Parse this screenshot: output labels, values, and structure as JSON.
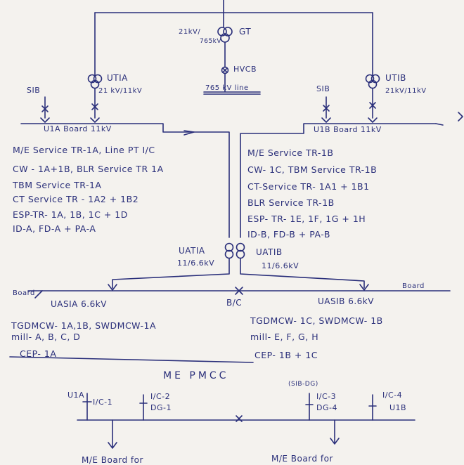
{
  "top": {
    "gt_ratio": "21kV/",
    "gt_ratio2": "765kV",
    "gt_name": "GT",
    "hvcb": "HVCB",
    "line": "765 kV line"
  },
  "utia": {
    "name": "UTIA",
    "ratio": "21 kV/11kV"
  },
  "utib": {
    "name": "UTIB",
    "ratio": "21kV/11kV"
  },
  "sib_left": "SIB",
  "sib_right": "SIB",
  "board_u1a": "U1A Board 11kV",
  "board_u1b": "U1B Board 11kV",
  "left_list": [
    "M/E Service TR-1A, Line PT I/C",
    "CW - 1A+1B, BLR Service TR 1A",
    "TBM Service TR-1A",
    "CT Service TR - 1A2 + 1B2",
    "ESP-TR- 1A, 1B, 1C + 1D",
    "ID-A, FD-A + PA-A"
  ],
  "right_list": [
    "M/E Service TR-1B",
    "CW- 1C, TBM Service TR-1B",
    "CT-Service TR- 1A1 + 1B1",
    "BLR Service TR-1B",
    "ESP- TR- 1E, 1F, 1G + 1H",
    "ID-B, FD-B + PA-B"
  ],
  "uatia": {
    "name": "UATIA",
    "ratio": "11/6.6kV"
  },
  "uatib": {
    "name": "UATIB",
    "ratio": "11/6.6kV"
  },
  "board_word_left": "Board",
  "board_word_right": "Board",
  "uasia": "UASIA 6.6kV",
  "uasib": "UASIB 6.6kV",
  "bc": "B/C",
  "left_loads": [
    "TGDMCW- 1A,1B, SWDMCW-1A",
    "mill- A, B, C, D",
    "CEP- 1A"
  ],
  "right_loads": [
    "TGDMCW- 1C, SWDMCW- 1B",
    "mill- E, F, G, H",
    "CEP- 1B + 1C"
  ],
  "pmcc_title": "ME PMCC",
  "sib_dg": "(SIB-DG)",
  "incomers": {
    "u1a": "U1A",
    "ic1": "I/C-1",
    "ic2": "I/C-2",
    "dg1": "DG-1",
    "ic3": "I/C-3",
    "dg4": "DG-4",
    "ic4": "I/C-4",
    "u1b": "U1B"
  },
  "bottom_left": "M/E Board for",
  "bottom_right": "M/E Board for"
}
